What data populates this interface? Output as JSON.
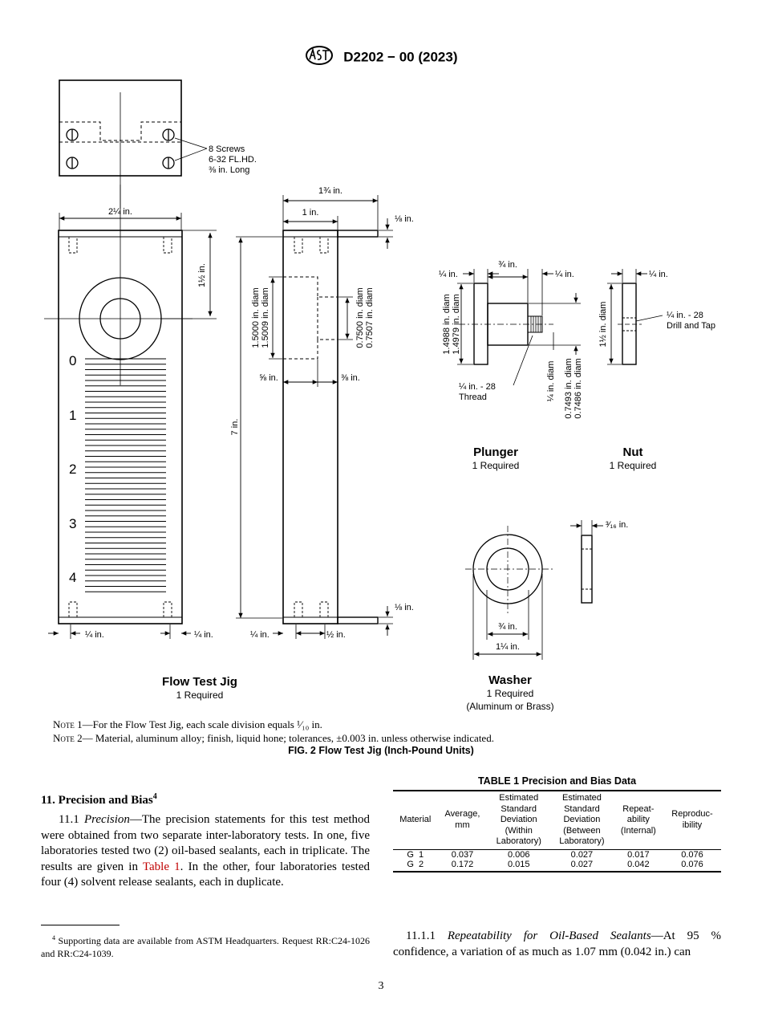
{
  "header": {
    "designation": "D2202 − 00 (2023)",
    "logo": "astm-logo"
  },
  "figure": {
    "screws_callout": [
      "8 Screws",
      "6-32 FL.HD.",
      "⅜ in. Long"
    ],
    "dims": {
      "jig_width": "2¼ in.",
      "one_half": "1½ in.",
      "side_total": "1¾ in.",
      "side_one": "1 in.",
      "eighth_top": "⅛ in.",
      "eighth_bottom": "⅛ in.",
      "diam_a1": "1.5000 in. diam",
      "diam_a2": "1.5009 in. diam",
      "diam_b1": "0.7500 in. diam",
      "diam_b2": "0.7507 in. diam",
      "five_eighth": "⅝ in.",
      "three_eighth": "⅜ in.",
      "seven": "7 in.",
      "quarter_l": "¼ in.",
      "quarter_r": "¼ in.",
      "quarter_side": "¼ in.",
      "half_side": "½ in.",
      "plunger_quarter_l": "¼ in.",
      "plunger_three_quarter": "¾ in.",
      "plunger_quarter_r": "¼ in.",
      "plunger_d1": "1.4988 in. diam",
      "plunger_d2": "1.4979 in. diam",
      "thread": [
        "¼ in. - 28",
        "Thread"
      ],
      "stem_diam": "¼ in. diam",
      "stem_d1": "0.7493 in. diam",
      "stem_d2": "0.7486 in. diam",
      "nut_quarter": "¼ in.",
      "nut_one_half": "1½ in. diam",
      "nut_drill": [
        "¼ in. - 28",
        "Drill and Tap"
      ],
      "washer_thick": "³⁄₁₆ in.",
      "washer_inner": "¾ in.",
      "washer_outer": "1¼ in."
    },
    "scale_labels": [
      "0",
      "1",
      "2",
      "3",
      "4"
    ],
    "parts": [
      {
        "title": "Flow Test Jig",
        "qty": "1 Required"
      },
      {
        "title": "Plunger",
        "qty": "1 Required"
      },
      {
        "title": "Nut",
        "qty": "1 Required"
      },
      {
        "title": "Washer",
        "qty": "1 Required",
        "note": "(Aluminum or Brass)"
      }
    ],
    "notes": [
      {
        "label": "Note 1",
        "text": "—For the Flow Test Jig, each scale division equals ¹⁄₁₀ in."
      },
      {
        "label": "Note 2",
        "text": "— Material, aluminum alloy; finish, liquid hone; tolerances, ±0.003 in. unless otherwise indicated."
      }
    ],
    "caption": "FIG. 2 Flow Test Jig (Inch-Pound Units)"
  },
  "section": {
    "heading": "11. Precision and Bias",
    "heading_sup": "4",
    "para_num": "11.1",
    "para_em": "Precision",
    "para_a": "—The precision statements for this test method were obtained from two separate inter-laboratory tests. In one, five laboratories tested two (2) oil-based sealants, each in triplicate. The results are given in ",
    "para_ref": "Table 1",
    "para_b": ". In the other, four laboratories tested four (4) solvent release sealants, each in duplicate.",
    "footnote_mark": "4",
    "footnote": " Supporting data are available from ASTM Headquarters. Request RR:C24-1026 and RR:C24-1039.",
    "para2_num": "11.1.1",
    "para2_em": "Repeatability for Oil-Based Sealants",
    "para2_text": "—At 95 % confidence, a variation of as much as 1.07 mm (0.042 in.) can"
  },
  "table": {
    "caption": "TABLE 1 Precision and Bias Data",
    "headers": [
      [
        "Material"
      ],
      [
        "Average,",
        "mm"
      ],
      [
        "Estimated",
        "Standard",
        "Deviation",
        "(Within",
        "Laboratory)"
      ],
      [
        "Estimated",
        "Standard",
        "Deviation",
        "(Between",
        "Laboratory)"
      ],
      [
        "Repeat-",
        "ability",
        "(Internal)"
      ],
      [
        "Reproduc-",
        "ibility"
      ]
    ],
    "rows": [
      [
        "G  1",
        "0.037",
        "0.006",
        "0.027",
        "0.017",
        "0.076"
      ],
      [
        "G  2",
        "0.172",
        "0.015",
        "0.027",
        "0.042",
        "0.076"
      ]
    ]
  },
  "page_number": "3"
}
